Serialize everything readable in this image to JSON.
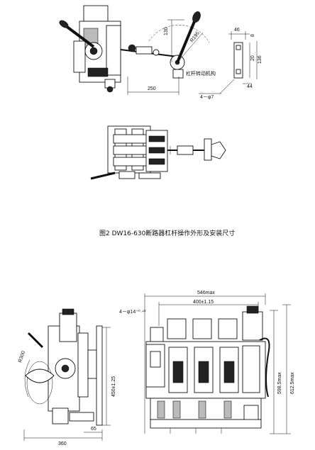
{
  "figure2": {
    "caption": "图2 DW16-630断路器杠杆操作外形及安装尺寸",
    "top_dims": {
      "d130": "130",
      "r195": "R195",
      "d250": "250",
      "mech_label": "杠杆转动机构",
      "holes": "4－φ7",
      "d46": "46",
      "d8": "8",
      "d20": "20",
      "d136": "136",
      "d44": "44"
    }
  },
  "figure3": {
    "side_dims": {
      "r300": "R300",
      "d450": "450±1.25",
      "d65": "65",
      "d360": "360"
    },
    "front_dims": {
      "d546": "546max",
      "d400": "400±1.15",
      "holes": "4－φ14⁺⁰·⁴³",
      "d598": "598.5max",
      "d612": "612.5max"
    }
  }
}
